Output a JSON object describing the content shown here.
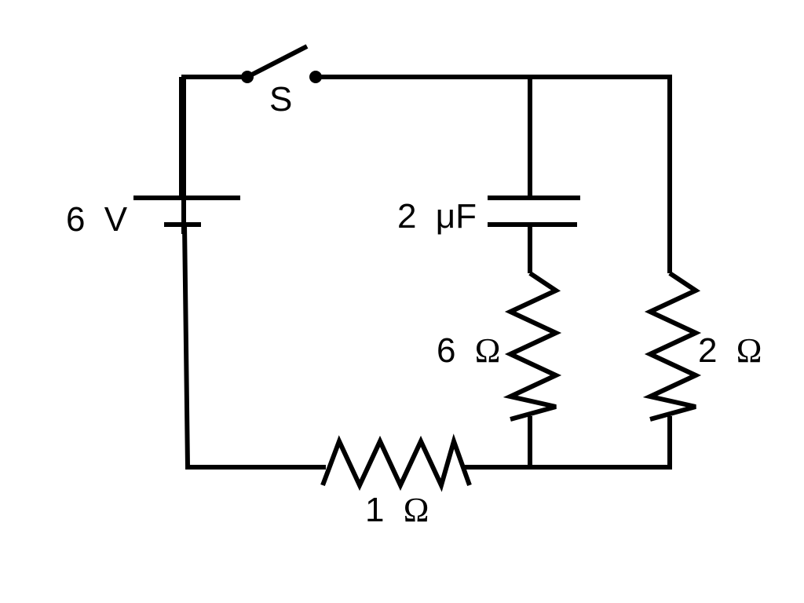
{
  "diagram": {
    "components": {
      "battery": {
        "label_value": "6",
        "label_unit": "V"
      },
      "switch": {
        "label": "S"
      },
      "capacitor": {
        "label_value": "2",
        "label_unit": "μF"
      },
      "resistor_6": {
        "label_value": "6",
        "label_unit": "Ω"
      },
      "resistor_2": {
        "label_value": "2",
        "label_unit": "Ω"
      },
      "resistor_1": {
        "label_value": "1",
        "label_unit": "Ω"
      }
    }
  }
}
